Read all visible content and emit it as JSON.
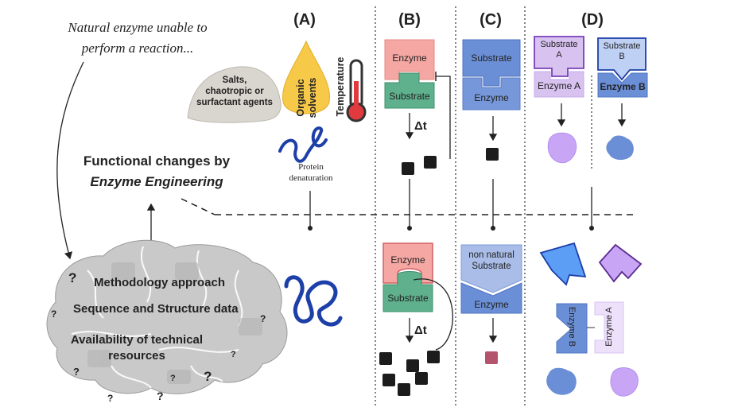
{
  "intro": {
    "line1": "Natural enzyme unable to",
    "line2": "perform a reaction..."
  },
  "functional": {
    "line1": "Functional changes by",
    "line2": "Enzyme Engineering"
  },
  "panels": {
    "a": {
      "header": "(A)",
      "salts_line1": "Salts,",
      "salts_line2": "chaotropic or",
      "salts_line3": "surfactant agents",
      "organic_line1": "Organic",
      "organic_line2": "solvents",
      "temperature": "Temperature",
      "denat_line1": "Protein",
      "denat_line2": "denaturation"
    },
    "b": {
      "header": "(B)",
      "enzyme": "Enzyme",
      "substrate": "Substrate",
      "delta": "Δt"
    },
    "c": {
      "header": "(C)",
      "substrate": "Substrate",
      "enzyme": "Enzyme",
      "nn_line1": "non natural",
      "nn_line2": "Substrate"
    },
    "d": {
      "header": "(D)",
      "substrate_a_l1": "Substrate",
      "substrate_a_l2": "A",
      "enzyme_a": "Enzyme A",
      "substrate_b_l1": "Substrate",
      "substrate_b_l2": "B",
      "enzyme_b": "Enzyme B"
    }
  },
  "brain": {
    "methodology": "Methodology approach",
    "sequence": "Sequence and Structure data",
    "avail_line1": "Availability of technical",
    "avail_line2": "resources",
    "q": "?"
  },
  "colors": {
    "enzyme_red": "#f4a7a3",
    "substrate_green": "#5fb08d",
    "enzyme_blue": "#6b8fd6",
    "enzyme_purple": "#d7c2f0",
    "purple_strong": "#b48ef0",
    "product_dark": "#1c1c1c",
    "product_red": "#b4546c",
    "organic_yellow": "#f7c948",
    "brain_gray": "#c9c9c9"
  }
}
